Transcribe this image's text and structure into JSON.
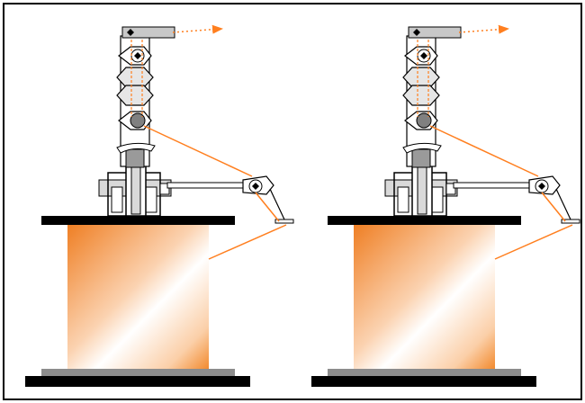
{
  "figure": {
    "units": [
      {
        "id": "left"
      },
      {
        "id": "right"
      }
    ]
  },
  "colors": {
    "frame": "#000000",
    "accent": "#ff7f1f",
    "bar": "#000000",
    "ground_strip": "#8c8c8c",
    "device_fill": "#d9d9d9",
    "hex": "#e6e6e6",
    "knob": "#808080",
    "cylinder_dark": "#f28a2e",
    "cylinder_light": "#ffffff"
  },
  "icons": {
    "arrow": "dotted-arrow-right",
    "pivot": "diamond-pivot-icon"
  }
}
